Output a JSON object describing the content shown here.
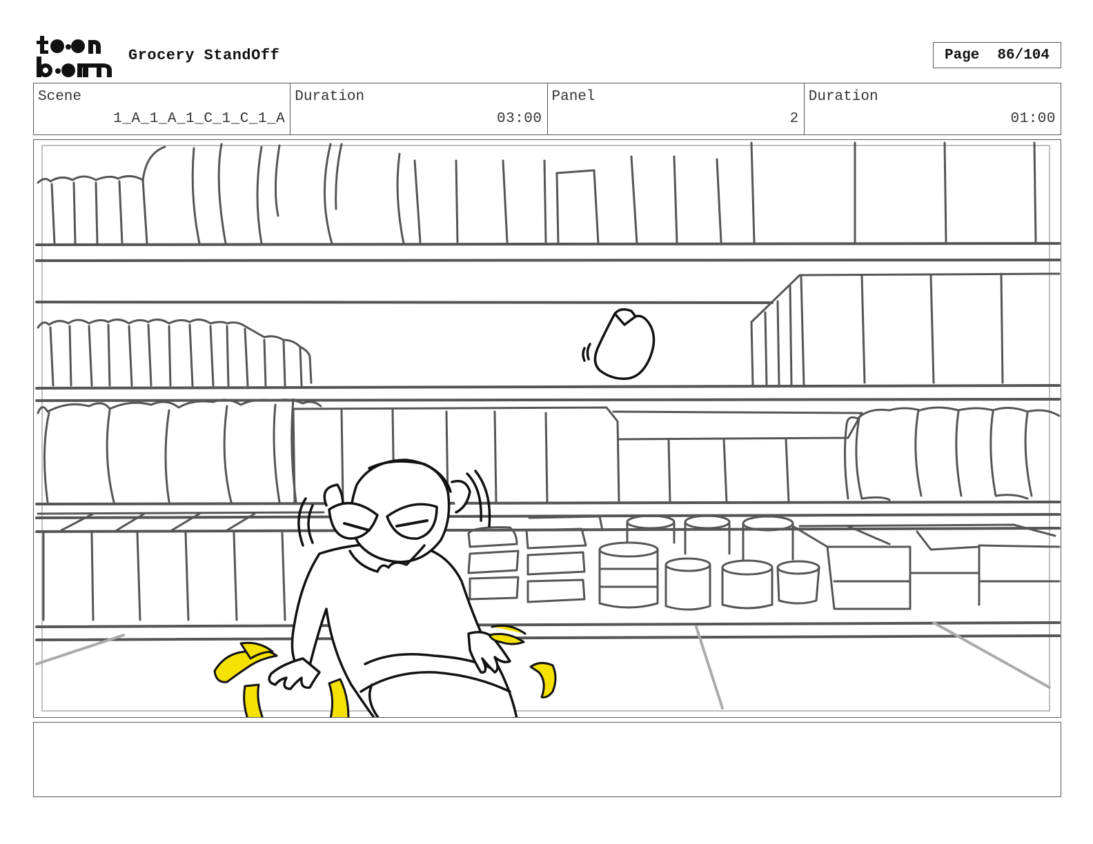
{
  "header": {
    "logo_text": "toon boom",
    "project_title": "Grocery StandOff",
    "page_label": "Page",
    "page_number": "86/104"
  },
  "info": {
    "scene_label": "Scene",
    "scene_value": "1_A_1_A_1_C_1_C_1_A",
    "scene_duration_label": "Duration",
    "scene_duration_value": "03:00",
    "panel_label": "Panel",
    "panel_value": "2",
    "panel_duration_label": "Duration",
    "panel_duration_value": "01:00"
  },
  "notes": {
    "text": ""
  },
  "colors": {
    "banana_yellow": "#f5e100",
    "sketch_gray": "#555555",
    "sketch_black": "#111111"
  }
}
